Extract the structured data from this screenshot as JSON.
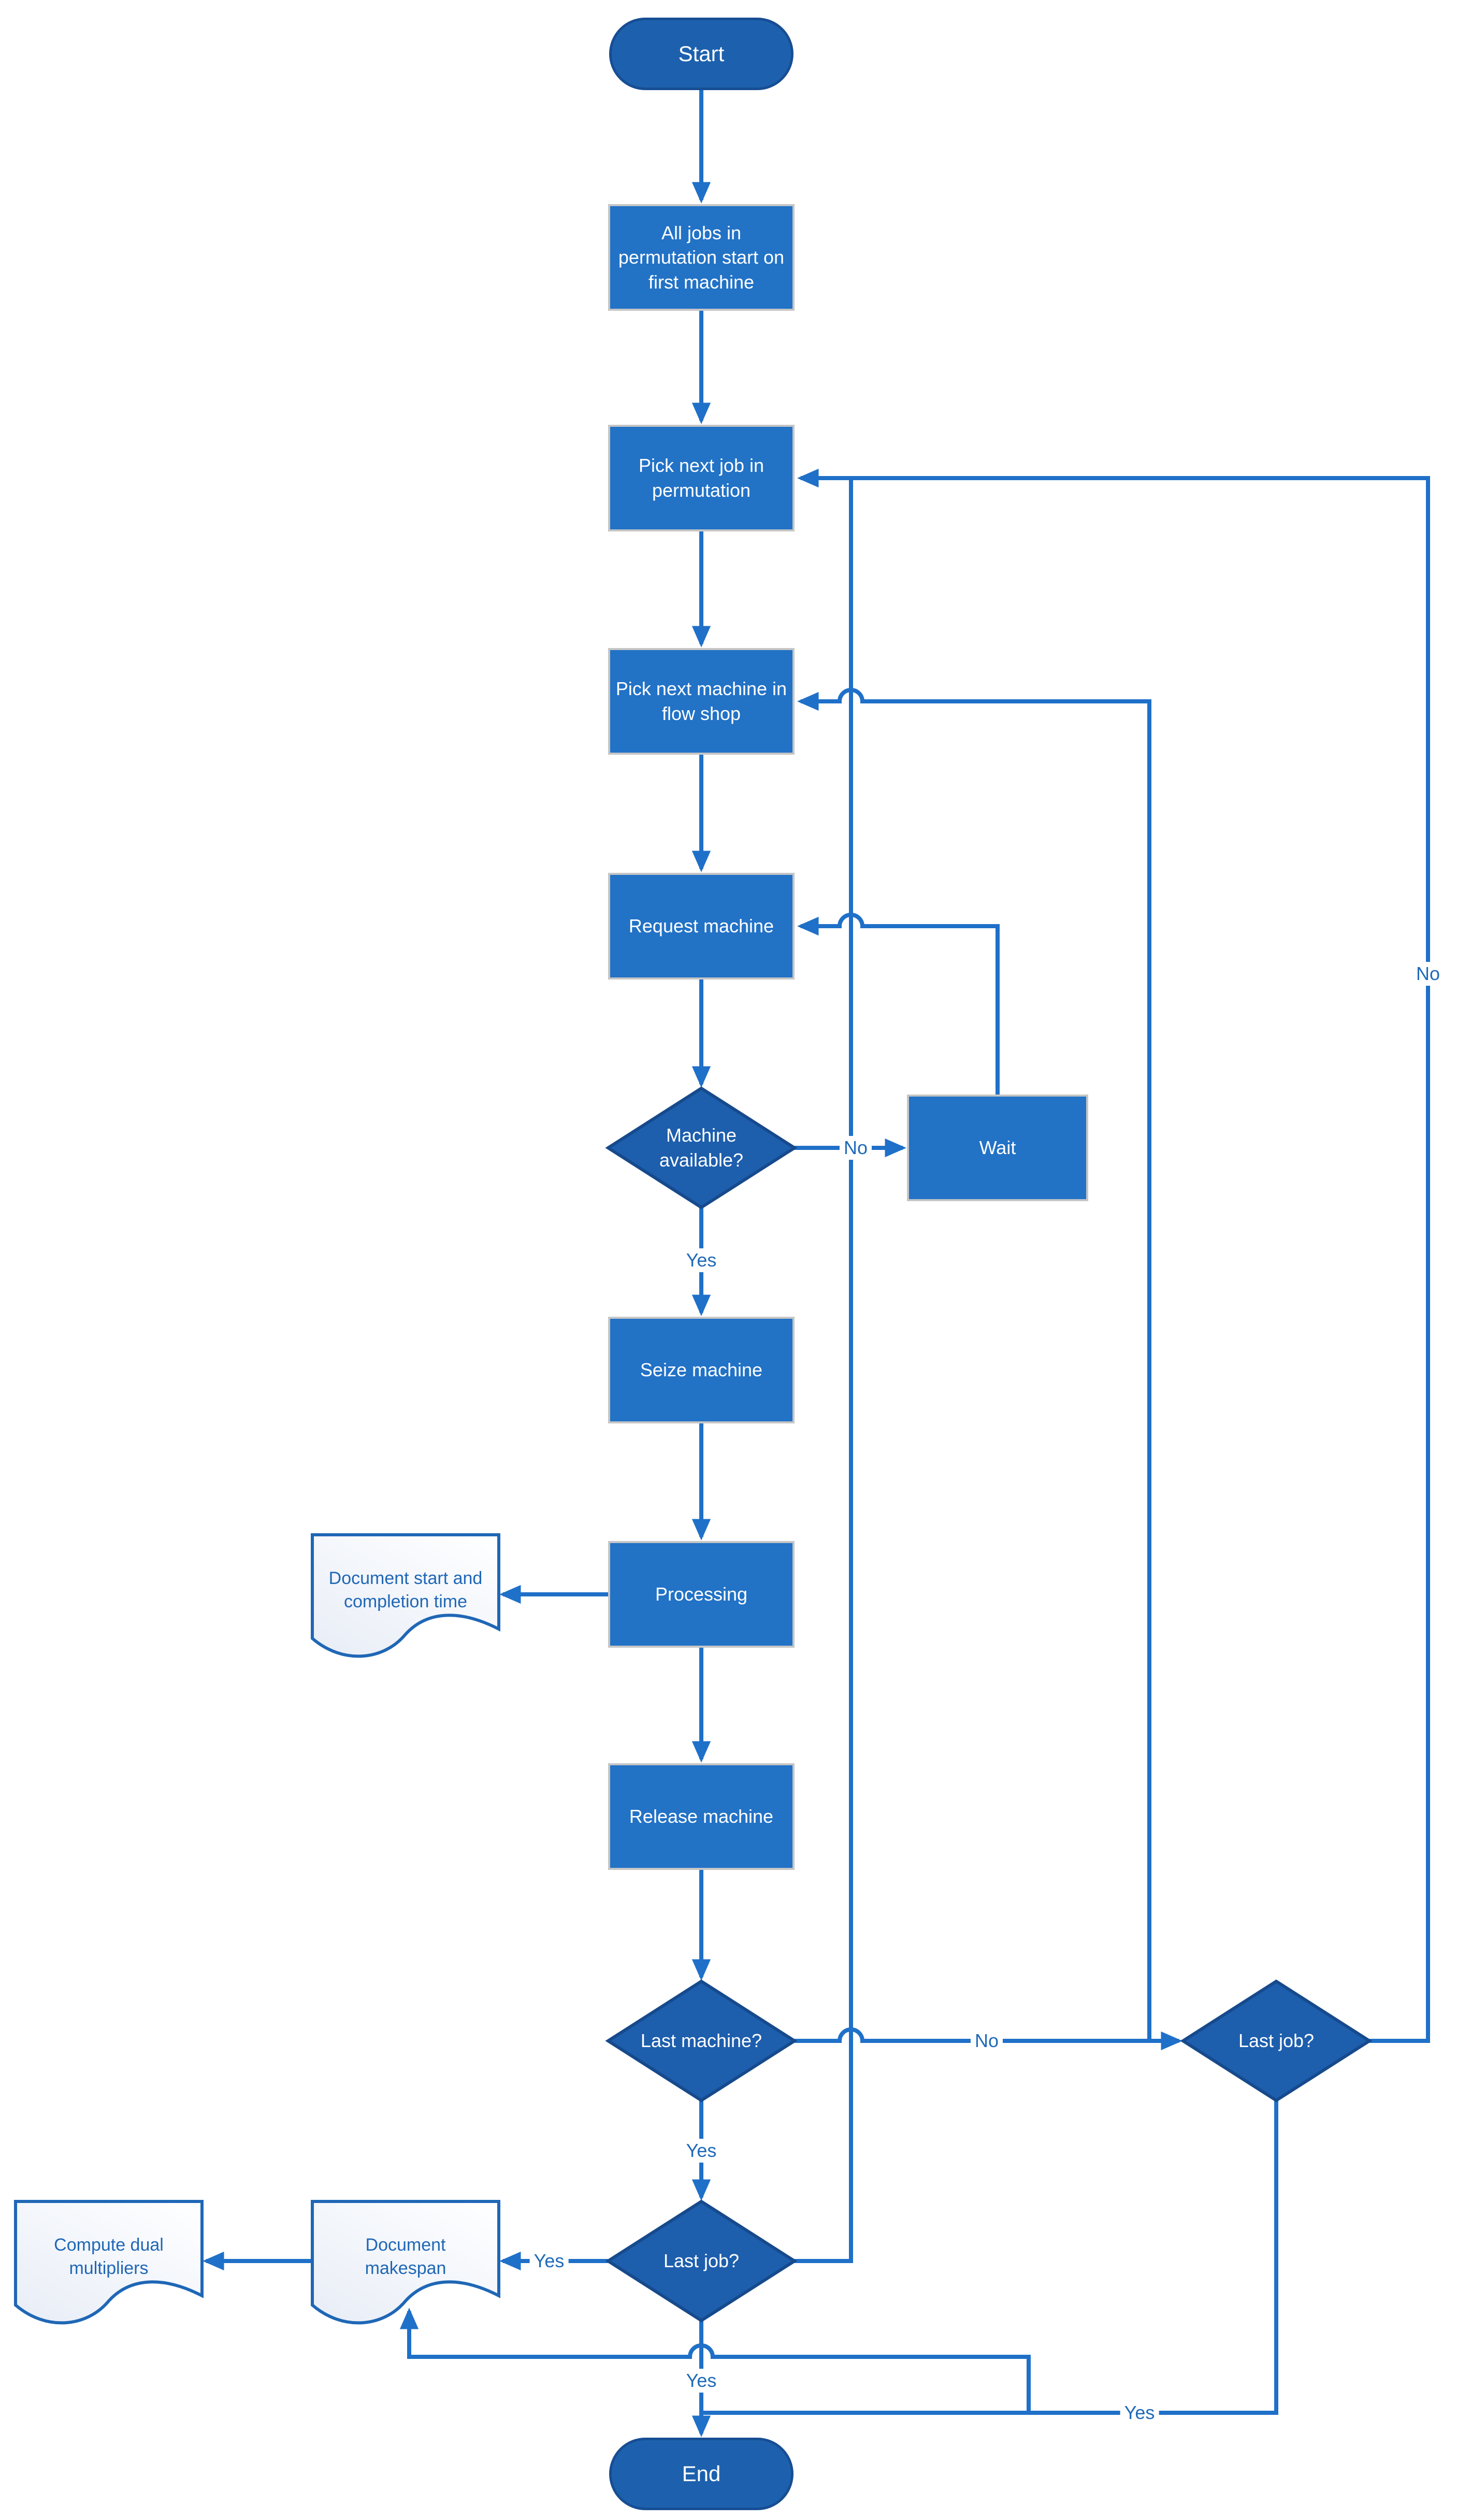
{
  "diagram": {
    "type": "flowchart",
    "description": "Permutation flow shop simulation flowchart"
  },
  "nodes": [
    {
      "id": "start",
      "type": "terminator",
      "label": "Start"
    },
    {
      "id": "init",
      "type": "process",
      "label": "All jobs in permutation start on first machine"
    },
    {
      "id": "pick-job",
      "type": "process",
      "label": "Pick next job in permutation"
    },
    {
      "id": "pick-machine",
      "type": "process",
      "label": "Pick next machine in flow shop"
    },
    {
      "id": "request",
      "type": "process",
      "label": "Request machine"
    },
    {
      "id": "available",
      "type": "decision",
      "label": "Machine available?"
    },
    {
      "id": "wait",
      "type": "process",
      "label": "Wait"
    },
    {
      "id": "seize",
      "type": "process",
      "label": "Seize machine"
    },
    {
      "id": "processing",
      "type": "process",
      "label": "Processing"
    },
    {
      "id": "doc-times",
      "type": "document",
      "label": "Document start and completion time"
    },
    {
      "id": "release",
      "type": "process",
      "label": "Release machine"
    },
    {
      "id": "last-machine",
      "type": "decision",
      "label": "Last machine?"
    },
    {
      "id": "last-job-right",
      "type": "decision",
      "label": "Last job?"
    },
    {
      "id": "last-job",
      "type": "decision",
      "label": "Last job?"
    },
    {
      "id": "doc-makespan",
      "type": "document",
      "label": "Document makespan"
    },
    {
      "id": "compute-dual",
      "type": "document",
      "label": "Compute dual multipliers"
    },
    {
      "id": "end",
      "type": "terminator",
      "label": "End"
    }
  ],
  "edge_labels": [
    {
      "edge": "available-to-seize",
      "text": "Yes"
    },
    {
      "edge": "available-to-wait",
      "text": "No"
    },
    {
      "edge": "last-machine-to-last-job",
      "text": "Yes"
    },
    {
      "edge": "last-machine-no-loop",
      "text": "No"
    },
    {
      "edge": "last-job-right-no-loop",
      "text": "No"
    },
    {
      "edge": "last-job-to-doc-makespan",
      "text": "Yes"
    },
    {
      "edge": "last-job-to-end",
      "text": "Yes"
    },
    {
      "edge": "last-job-right-yes-branch",
      "text": "Yes"
    }
  ],
  "colors": {
    "process_fill": "#2272C6",
    "process_border": "#C6C6C6",
    "decision_fill": "#1D5EAD",
    "decision_border": "#164A8C",
    "terminator_fill": "#1D61AE",
    "terminator_border": "#174E94",
    "document_border": "#1F67B6",
    "document_text": "#1F67B6",
    "connector": "#1F70C8",
    "label_text": "#1F6AB8",
    "node_text": "#FFFFFF"
  }
}
